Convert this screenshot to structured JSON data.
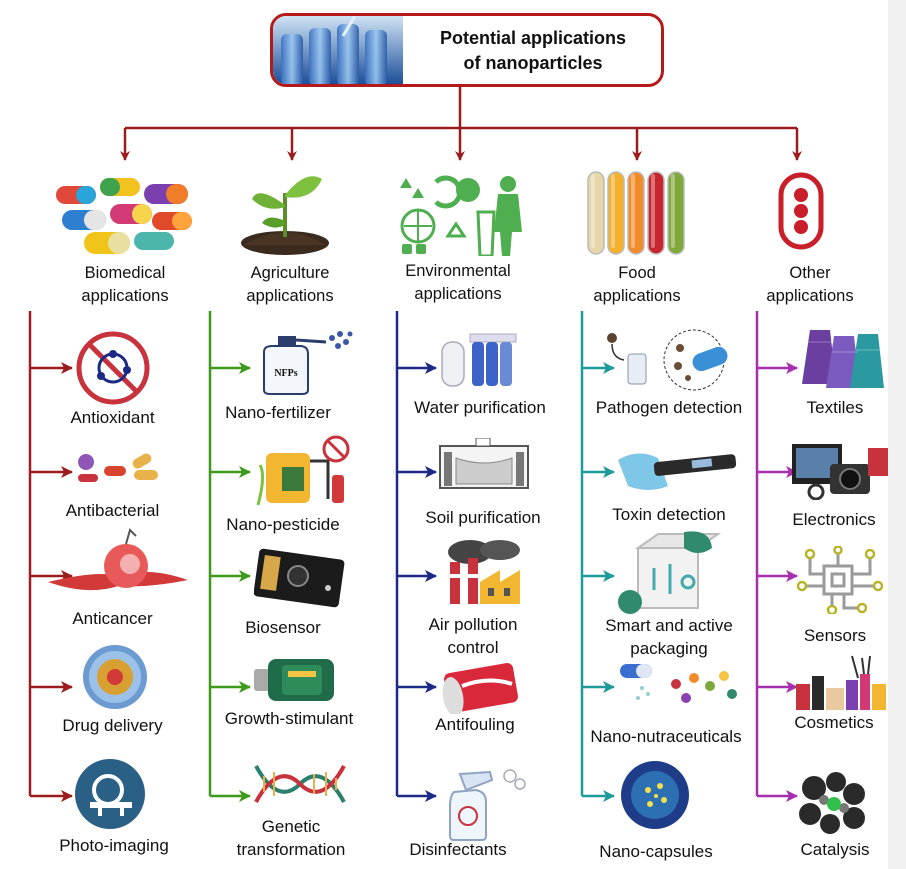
{
  "title": {
    "line1": "Potential applications",
    "line2": "of nanoparticles"
  },
  "colors": {
    "biomedical": "#9b1c1c",
    "agriculture": "#3e9a1d",
    "environmental": "#1d2a85",
    "food": "#1f9a9a",
    "other": "#a62fb0"
  },
  "categories": [
    {
      "key": "biomedical",
      "line1": "Biomedical",
      "line2": "applications",
      "icon": "pills-icon",
      "items": [
        "Antioxidant",
        "Antibacterial",
        "Anticancer",
        "Drug delivery",
        "Photo-imaging"
      ]
    },
    {
      "key": "agriculture",
      "line1": "Agriculture",
      "line2": "applications",
      "icon": "sprout-icon",
      "items": [
        "Nano-fertilizer",
        "Nano-pesticide",
        "Biosensor",
        "Growth-stimulant",
        "Genetic transformation"
      ]
    },
    {
      "key": "environmental",
      "line1": "Environmental",
      "line2": "applications",
      "icon": "recycle-icon",
      "items": [
        "Water purification",
        "Soil purification",
        "Air pollution control",
        "Antifouling",
        "Disinfectants"
      ]
    },
    {
      "key": "food",
      "line1": "Food",
      "line2": "applications",
      "icon": "test-tubes-icon",
      "items": [
        "Pathogen detection",
        "Toxin detection",
        "Smart and active packaging",
        "Nano-nutraceuticals",
        "Nano-capsules"
      ]
    },
    {
      "key": "other",
      "line1": "Other",
      "line2": "applications",
      "icon": "traffic-light-icon",
      "items": [
        "Textiles",
        "Electronics",
        "Sensors",
        "Cosmetics",
        "Catalysis"
      ]
    }
  ],
  "icon_badges": {
    "fertilizer": "NFPs"
  }
}
